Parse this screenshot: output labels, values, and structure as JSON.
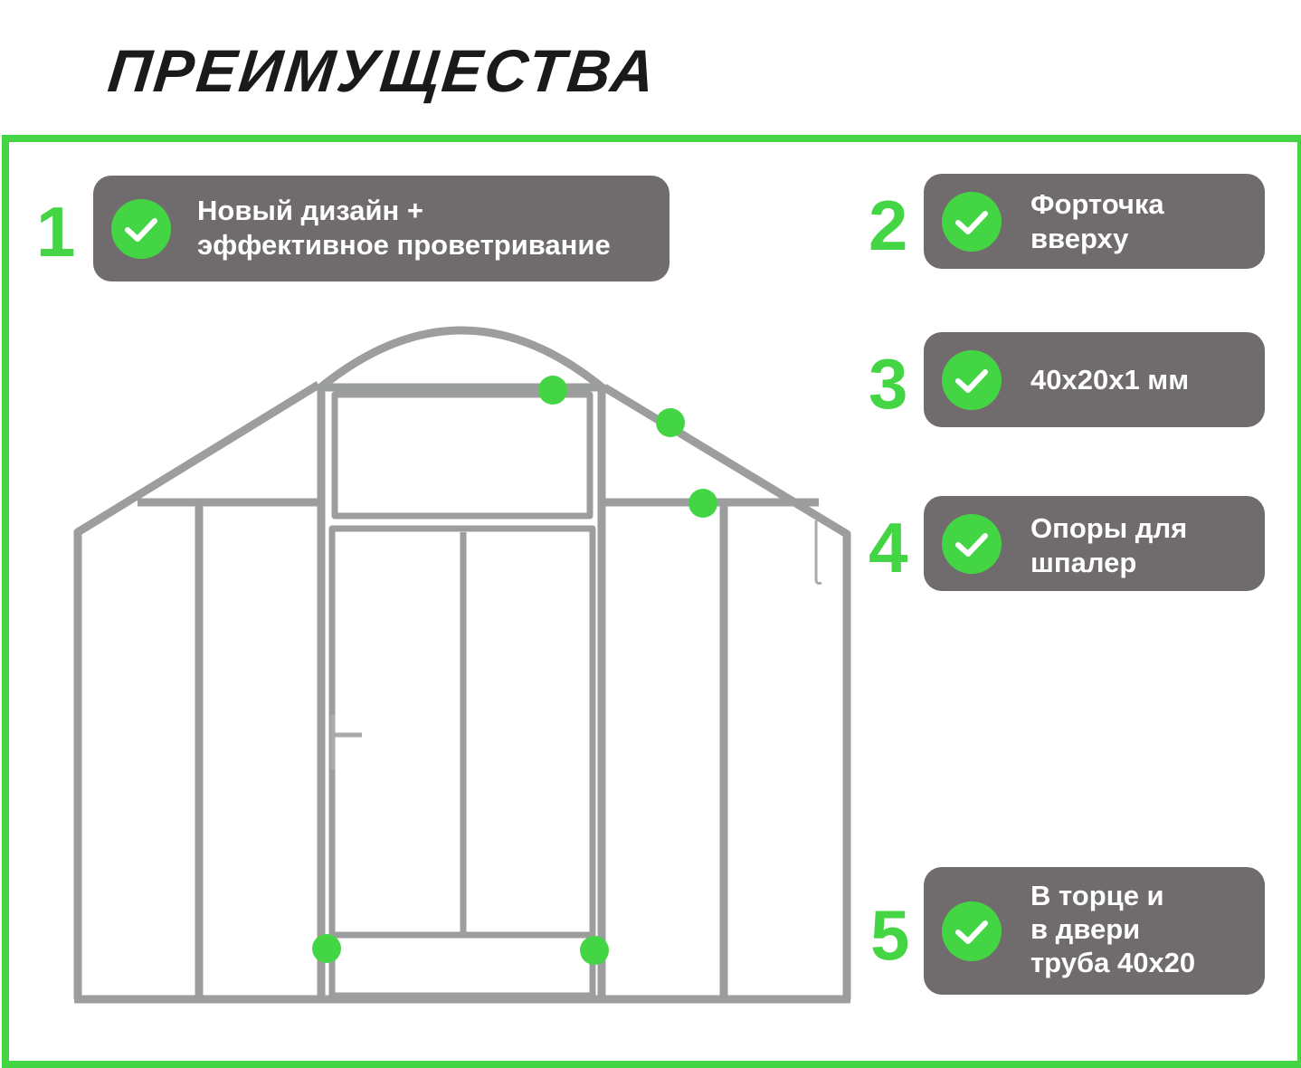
{
  "title": "ПРЕИМУЩЕСТВА",
  "accent": "#44d544",
  "box_color": "#706c6e",
  "features": [
    {
      "number": "1",
      "lines": [
        "Новый дизайн +",
        "эффективное проветривание"
      ]
    },
    {
      "number": "2",
      "lines": [
        "Форточка",
        "вверху"
      ]
    },
    {
      "number": "3",
      "lines": [
        "40x20x1 мм"
      ]
    },
    {
      "number": "4",
      "lines": [
        "Опоры для",
        "шпалер"
      ]
    },
    {
      "number": "5",
      "lines": [
        "В торце и",
        "в двери",
        "труба 40x20"
      ]
    }
  ]
}
